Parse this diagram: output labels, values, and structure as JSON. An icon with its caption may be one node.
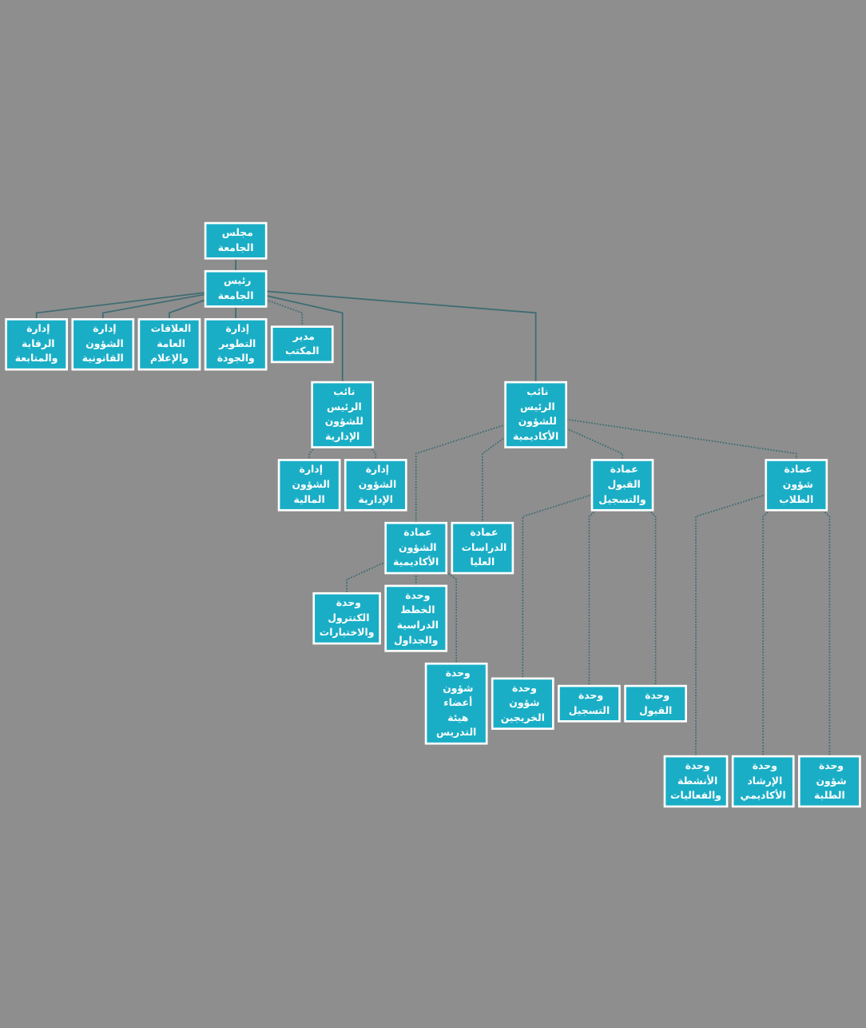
{
  "diagram": {
    "nodes": [
      {
        "text": [
          "مجلس الجامعة"
        ]
      },
      {
        "text": [
          "رئيس الجامعة"
        ]
      },
      {
        "text": [
          "مدير المكتب"
        ]
      },
      {
        "text": [
          "إدارة التطوير والجودة"
        ]
      },
      {
        "text": [
          "العلاقات العامة والإعلام"
        ]
      },
      {
        "text": [
          "إدارة الشؤون القانونية"
        ]
      },
      {
        "text": [
          "إدارة الرقابة والمتابعة"
        ]
      },
      {
        "text": [
          "نائب الرئيس للشؤون الأكاديمية"
        ]
      },
      {
        "text": [
          "نائب الرئيس للشؤون الإدارية"
        ]
      },
      {
        "text": [
          "عمادة القبول والتسجيل"
        ]
      },
      {
        "text": [
          "عمادة شؤون الطلاب"
        ]
      },
      {
        "text": [
          "إدارة الشؤون الإدارية"
        ]
      },
      {
        "text": [
          "إدارة الشؤون المالية"
        ]
      },
      {
        "text": [
          "عمادة الدراسات العليا"
        ]
      },
      {
        "text": [
          "عمادة الشؤون الأكاديمية"
        ]
      },
      {
        "text": [
          "وحدة الخطط الدراسية والجداول"
        ]
      },
      {
        "text": [
          "وحدة الكنترول والاختبارات"
        ]
      },
      {
        "text": [
          "وحدة القبول"
        ]
      },
      {
        "text": [
          "وحدة التسجيل"
        ]
      },
      {
        "text": [
          "وحدة شؤون الخريجين"
        ]
      },
      {
        "text": [
          "وحدة شؤون أعضاء هيئة التدريس"
        ]
      },
      {
        "text": [
          "وحدة الأنشطة والفعاليات"
        ]
      },
      {
        "text": [
          "وحدة الإرشاد الأكاديمي"
        ]
      },
      {
        "text": [
          "وحدة شؤون الطلبة"
        ]
      }
    ],
    "edges": [
      {
        "from": 0,
        "to": 1,
        "arrow": "none"
      },
      {
        "from": 1,
        "to": 2,
        "arrow": "none",
        "style": "dashed"
      },
      {
        "from": 1,
        "to": 3,
        "arrow": "none"
      },
      {
        "from": 1,
        "to": 4,
        "arrow": "none"
      },
      {
        "from": 1,
        "to": 7,
        "arrow": "none"
      },
      {
        "from": 1,
        "to": 8,
        "arrow": "none"
      },
      {
        "from": 1,
        "to": 5,
        "arrow": "none"
      },
      {
        "from": 1,
        "to": 6,
        "arrow": "none"
      },
      {
        "from": 8,
        "to": 11,
        "arrow": "none",
        "style": "dashed"
      },
      {
        "from": 8,
        "to": 12,
        "arrow": "none",
        "style": "dashed"
      },
      {
        "from": 7,
        "to": 9,
        "arrow": "none",
        "style": "dashed"
      },
      {
        "from": 7,
        "to": 10,
        "arrow": "none",
        "style": "dashed"
      },
      {
        "from": 7,
        "to": 13,
        "arrow": "none",
        "style": "dashed"
      },
      {
        "from": 7,
        "to": 14,
        "arrow": "none",
        "style": "dashed"
      },
      {
        "from": 14,
        "to": 15,
        "arrow": "none",
        "style": "dashed"
      },
      {
        "from": 14,
        "to": 16,
        "arrow": "none",
        "style": "dashed"
      },
      {
        "from": 14,
        "to": 20,
        "arrow": "none",
        "style": "dashed"
      },
      {
        "from": 9,
        "to": 17,
        "arrow": "none",
        "style": "dashed"
      },
      {
        "from": 9,
        "to": 18,
        "arrow": "none",
        "style": "dashed"
      },
      {
        "from": 9,
        "to": 19,
        "arrow": "none",
        "style": "dashed"
      },
      {
        "from": 10,
        "to": 21,
        "arrow": "none",
        "style": "dashed"
      },
      {
        "from": 10,
        "to": 22,
        "arrow": "none",
        "style": "dashed"
      },
      {
        "from": 10,
        "to": 23,
        "arrow": "none",
        "style": "dashed"
      }
    ]
  }
}
